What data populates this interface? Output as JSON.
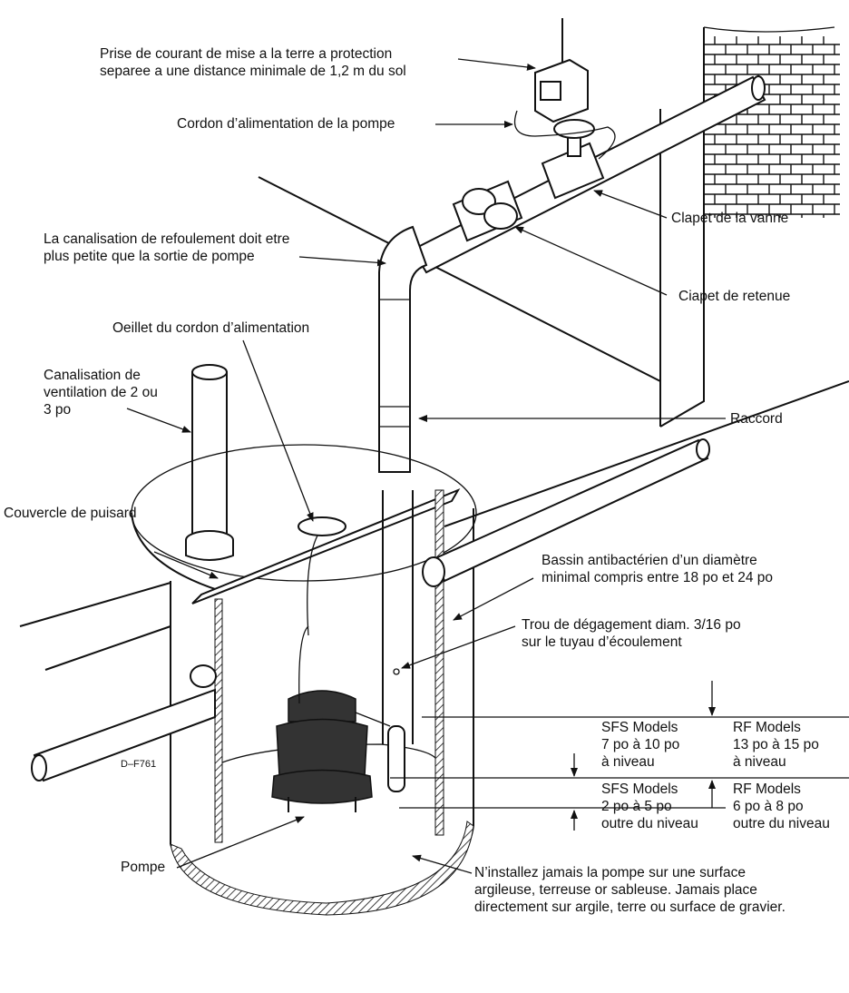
{
  "labels": {
    "outlet": "Prise de courant de mise a la terre a protection\nseparee a une distance minimale de 1,2 m du sol",
    "power_cord": "Cordon d’alimentation de la pompe",
    "gate_valve": "Clapet de la vanne",
    "discharge_line": "La canalisation de refoulement doit etre\nplus petite que la sortie de pompe",
    "check_valve": "Ciapet de retenue",
    "cord_grommet": "Oeillet du cordon d’alimentation",
    "vent_pipe": "Canalisation de\nventilation de 2 ou\n3 po",
    "union": "Raccord",
    "basin_cover": "Couvercle de puisard",
    "basin": "Bassin antibactérien d’un diamètre\nminimal compris entre 18 po et 24 po",
    "relief_hole": "Trou de dégagement diam. 3/16 po\nsur le tuyau d’écoulement",
    "sfs_on": "SFS Models\n7 po à 10 po\nà niveau",
    "rf_on": "RF Models\n13 po à 15 po\nà niveau",
    "sfs_off": "SFS Models\n2 po à 5 po\noutre du niveau",
    "rf_off": "RF Models\n6 po à 8 po\noutre du niveau",
    "drawing_code": "D–F761",
    "pump": "Pompe",
    "warning": "N’installez jamais la pompe sur une surface\nargileuse, terreuse or sableuse. Jamais place\ndirectement sur argile, terre ou surface de gravier."
  }
}
